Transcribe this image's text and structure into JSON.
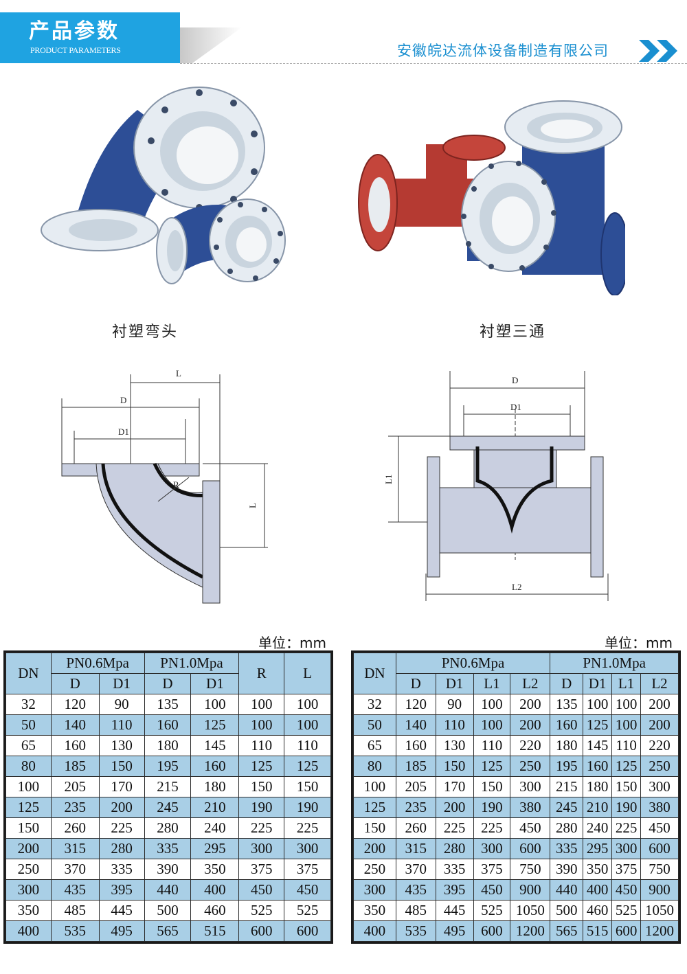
{
  "header": {
    "title_cn": "产品参数",
    "title_en": "PRODUCT PARAMETERS",
    "company": "安徽皖达流体设备制造有限公司",
    "colors": {
      "accent": "#1fa3e1",
      "company": "#1a8fd0",
      "table_header": "#a9cfe6"
    }
  },
  "products": [
    {
      "caption": "衬塑弯头"
    },
    {
      "caption": "衬塑三通"
    }
  ],
  "drawings": {
    "elbow": {
      "L_top": "L",
      "D": "D",
      "D1": "D1",
      "R": "R",
      "L_side": "L"
    },
    "tee": {
      "D": "D",
      "D1": "D1",
      "L1": "L1",
      "L2": "L2"
    }
  },
  "elbow_table": {
    "unit": "单位：mm",
    "group_headers": [
      "DN",
      "PN0.6Mpa",
      "PN1.0Mpa",
      "R",
      "L"
    ],
    "sub_headers": [
      "D",
      "D1",
      "D",
      "D1"
    ],
    "rows": [
      [
        "32",
        "120",
        "90",
        "135",
        "100",
        "100",
        "100"
      ],
      [
        "50",
        "140",
        "110",
        "160",
        "125",
        "100",
        "100"
      ],
      [
        "65",
        "160",
        "130",
        "180",
        "145",
        "110",
        "110"
      ],
      [
        "80",
        "185",
        "150",
        "195",
        "160",
        "125",
        "125"
      ],
      [
        "100",
        "205",
        "170",
        "215",
        "180",
        "150",
        "150"
      ],
      [
        "125",
        "235",
        "200",
        "245",
        "210",
        "190",
        "190"
      ],
      [
        "150",
        "260",
        "225",
        "280",
        "240",
        "225",
        "225"
      ],
      [
        "200",
        "315",
        "280",
        "335",
        "295",
        "300",
        "300"
      ],
      [
        "250",
        "370",
        "335",
        "390",
        "350",
        "375",
        "375"
      ],
      [
        "300",
        "435",
        "395",
        "440",
        "400",
        "450",
        "450"
      ],
      [
        "350",
        "485",
        "445",
        "500",
        "460",
        "525",
        "525"
      ],
      [
        "400",
        "535",
        "495",
        "565",
        "515",
        "600",
        "600"
      ]
    ]
  },
  "tee_table": {
    "unit": "单位：mm",
    "group_headers": [
      "DN",
      "PN0.6Mpa",
      "PN1.0Mpa"
    ],
    "sub_headers": [
      "D",
      "D1",
      "L1",
      "L2",
      "D",
      "D1",
      "L1",
      "L2"
    ],
    "rows": [
      [
        "32",
        "120",
        "90",
        "100",
        "200",
        "135",
        "100",
        "100",
        "200"
      ],
      [
        "50",
        "140",
        "110",
        "100",
        "200",
        "160",
        "125",
        "100",
        "200"
      ],
      [
        "65",
        "160",
        "130",
        "110",
        "220",
        "180",
        "145",
        "110",
        "220"
      ],
      [
        "80",
        "185",
        "150",
        "125",
        "250",
        "195",
        "160",
        "125",
        "250"
      ],
      [
        "100",
        "205",
        "170",
        "150",
        "300",
        "215",
        "180",
        "150",
        "300"
      ],
      [
        "125",
        "235",
        "200",
        "190",
        "380",
        "245",
        "210",
        "190",
        "380"
      ],
      [
        "150",
        "260",
        "225",
        "225",
        "450",
        "280",
        "240",
        "225",
        "450"
      ],
      [
        "200",
        "315",
        "280",
        "300",
        "600",
        "335",
        "295",
        "300",
        "600"
      ],
      [
        "250",
        "370",
        "335",
        "375",
        "750",
        "390",
        "350",
        "375",
        "750"
      ],
      [
        "300",
        "435",
        "395",
        "450",
        "900",
        "440",
        "400",
        "450",
        "900"
      ],
      [
        "350",
        "485",
        "445",
        "525",
        "1050",
        "500",
        "460",
        "525",
        "1050"
      ],
      [
        "400",
        "535",
        "495",
        "600",
        "1200",
        "565",
        "515",
        "600",
        "1200"
      ]
    ]
  }
}
